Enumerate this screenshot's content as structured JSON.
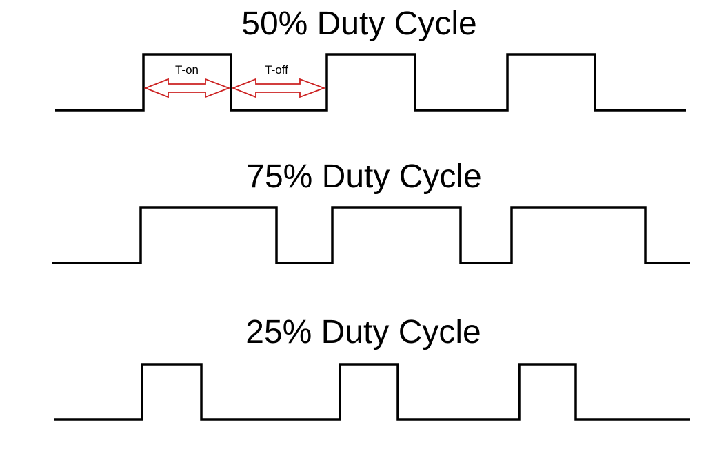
{
  "diagrams": [
    {
      "title": "50% Duty Cycle",
      "duty_percent": 50,
      "annotations": {
        "on_label": "T-on",
        "off_label": "T-off"
      }
    },
    {
      "title": "75% Duty Cycle",
      "duty_percent": 75
    },
    {
      "title": "25% Duty Cycle",
      "duty_percent": 25
    }
  ],
  "colors": {
    "signal": "#000000",
    "annotation_arrow": "#cc2222",
    "background": "#ffffff"
  }
}
